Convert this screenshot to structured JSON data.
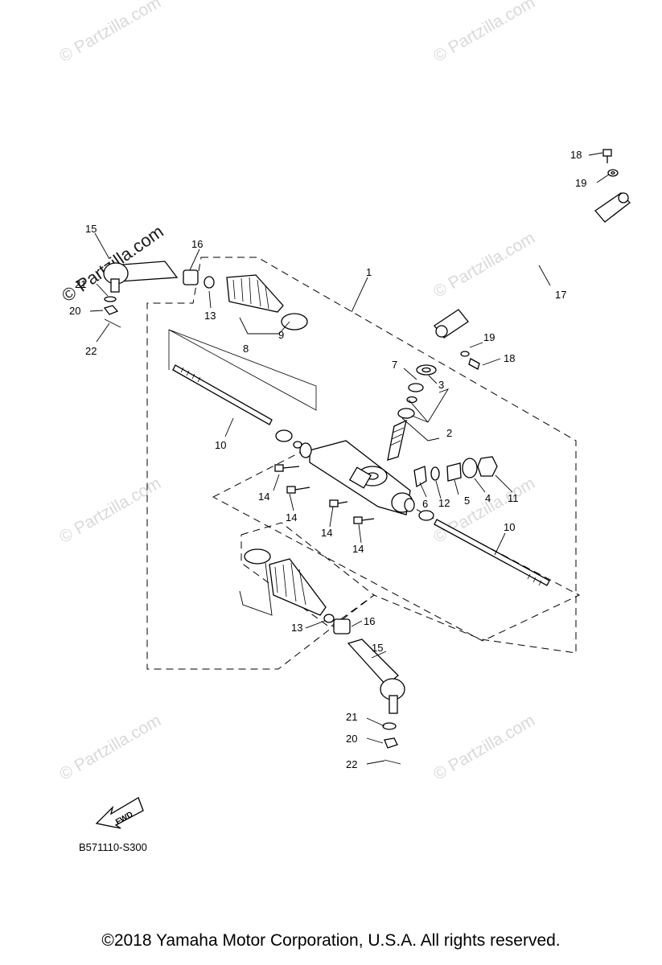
{
  "watermark": "© Partzilla.com",
  "figure_code": "B571110-S300",
  "fwd_label": "FWD",
  "footer": "©2018  Yamaha Motor Corporation, U.S.A. All rights reserved.",
  "callouts": [
    "1",
    "2",
    "3",
    "4",
    "5",
    "6",
    "7",
    "8",
    "9",
    "10",
    "11",
    "12",
    "13",
    "14",
    "15",
    "16",
    "17",
    "18",
    "19",
    "20",
    "21",
    "22"
  ]
}
